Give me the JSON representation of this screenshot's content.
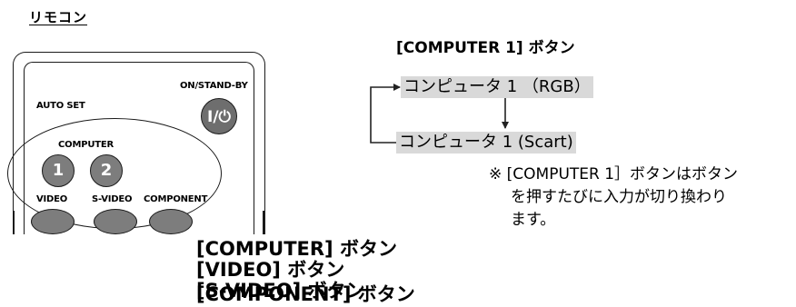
{
  "section_title": "リモコン",
  "remote": {
    "auto_set_label": "AUTO SET",
    "power_label": "ON/STAND-BY",
    "power_glyph": "I/⏻",
    "computer_label": "COMPUTER",
    "btn1": "1",
    "btn2": "2",
    "video_label": "VIDEO",
    "svideo_label": "S-VIDEO",
    "component_label": "COMPONENT",
    "button_color": "#7d7d7d"
  },
  "button_list": [
    "[COMPUTER] ボタン",
    "[VIDEO] ボタン",
    "[S-VIDEO] ボタン",
    "[COMPONENT] ボタン"
  ],
  "flow": {
    "title": "[COMPUTER 1] ボタン",
    "item1": "コンピュータ 1 （RGB）",
    "item2": "コンピュータ 1 (Scart)"
  },
  "note": {
    "line1": "※ [COMPUTER 1］ボタンはボタン",
    "line2": "を押すたびに入力が切り換わり",
    "line3": "ます。"
  }
}
